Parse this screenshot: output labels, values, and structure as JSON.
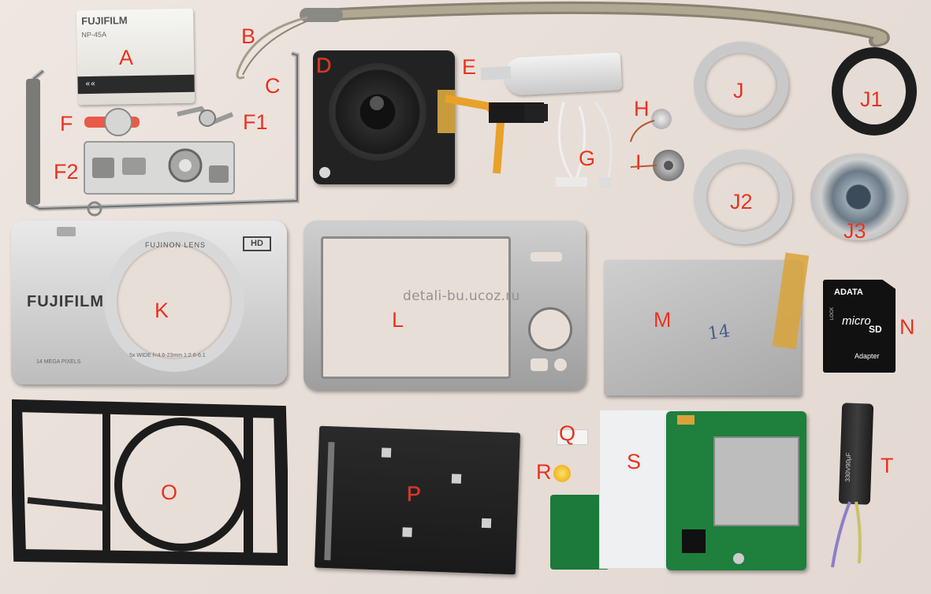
{
  "photo": {
    "watermark": "detali-bu.ucoz.ru",
    "label_color": "#e8321e",
    "background_color": "#e8ded8"
  },
  "labels": {
    "A": "A",
    "B": "B",
    "C": "C",
    "D": "D",
    "E": "E",
    "F": "F",
    "F1": "F1",
    "F2": "F2",
    "G": "G",
    "H": "H",
    "I": "I",
    "J": "J",
    "J1": "J1",
    "J2": "J2",
    "J3": "J3",
    "K": "K",
    "L": "L",
    "M": "M",
    "N": "N",
    "O": "O",
    "P": "P",
    "Q": "Q",
    "R": "R",
    "S": "S",
    "T": "T"
  },
  "printed_text": {
    "battery_brand": "FUJIFILM",
    "battery_model": "NP-45A",
    "front_brand": "FUJIFILM",
    "front_ring": "FUJINON LENS",
    "front_hd": "HD",
    "front_mp": "14 MEGA PIXELS",
    "front_lens_spec": "5x WIDE f=4.6-23mm 1:2.6-6.1",
    "sd_brand": "ADATA",
    "sd_micro": "micro",
    "sd_sd": "SD",
    "sd_adapter": "Adapter",
    "sd_lock": "LOCK",
    "cell_handwriting": "14",
    "capacitor_text": "330V90μF"
  }
}
